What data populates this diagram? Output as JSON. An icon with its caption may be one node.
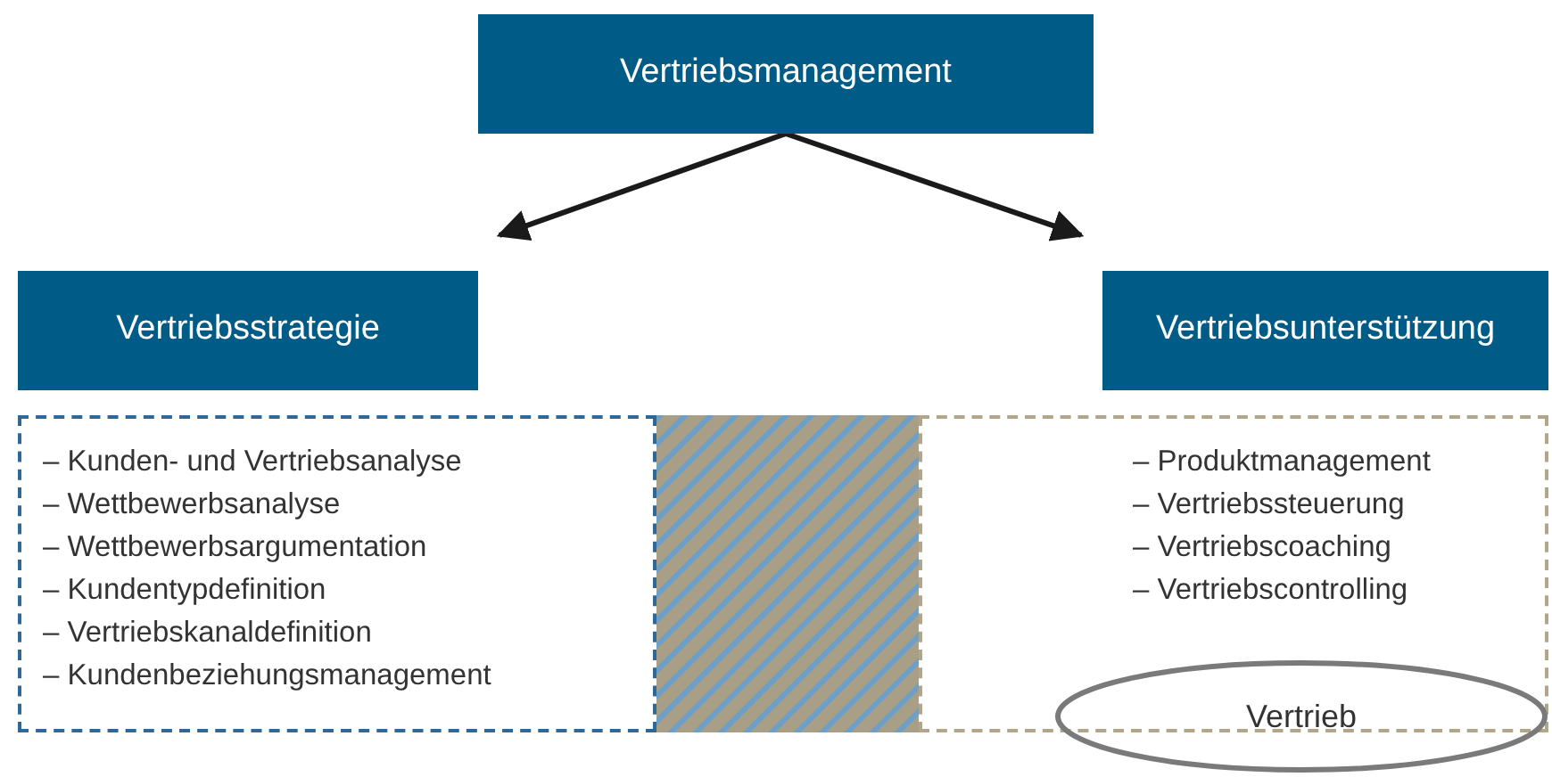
{
  "diagram": {
    "nodes": [
      {
        "text": [
          "Vertriebsmanagement"
        ]
      },
      {
        "text": [
          "Vertriebsstrategie"
        ]
      },
      {
        "text": [
          "Vertriebsunterstützung"
        ]
      },
      {
        "text": [
          "– Kunden- und Vertriebsanalyse",
          "– Wettbewerbsanalyse",
          "– Wettbewerbsargumentation",
          "– Kundentypdefinition",
          "– Vertriebskanaldefinition",
          "– Kundenbeziehungsmanagement"
        ]
      },
      {
        "text": [],
        "shape": "box"
      },
      {
        "text": [
          "– Produktmanagement",
          "– Vertriebssteuerung",
          "– Vertriebscoaching",
          "– Vertriebscontrolling"
        ]
      },
      {
        "text": [
          "Vertrieb"
        ]
      }
    ],
    "edges": [
      {
        "from": 0,
        "to": 1,
        "arrow": "to"
      },
      {
        "from": 0,
        "to": 2,
        "arrow": "to"
      }
    ]
  }
}
